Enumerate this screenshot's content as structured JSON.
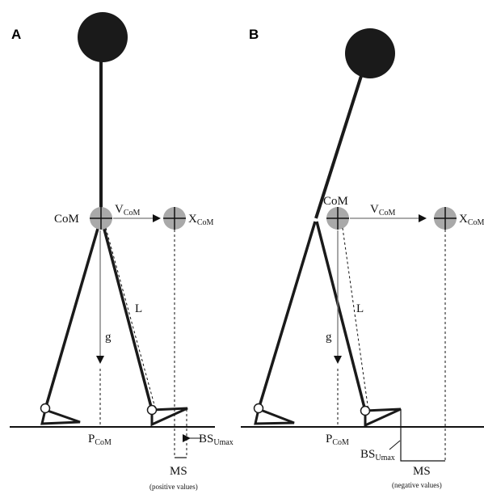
{
  "panels": [
    {
      "letter": "A",
      "com": "CoM",
      "vcom": {
        "main": "V",
        "sub": "CoM"
      },
      "xcom": {
        "main": "X",
        "sub": "CoM"
      },
      "g": "g",
      "L": "L",
      "pcom": {
        "main": "P",
        "sub": "CoM"
      },
      "bsu": {
        "main": "BS",
        "sub": "Umax"
      },
      "ms": "MS",
      "ms_note": "(positive values)"
    },
    {
      "letter": "B",
      "com": "CoM",
      "vcom": {
        "main": "V",
        "sub": "CoM"
      },
      "xcom": {
        "main": "X",
        "sub": "CoM"
      },
      "g": "g",
      "L": "L",
      "pcom": {
        "main": "P",
        "sub": "CoM"
      },
      "bsu": {
        "main": "BS",
        "sub": "Umax"
      },
      "ms": "MS",
      "ms_note": "(negative values)"
    }
  ],
  "colors": {
    "ink": "#111111",
    "marker": "#a9a9a9",
    "arrow_gray": "#555555"
  }
}
